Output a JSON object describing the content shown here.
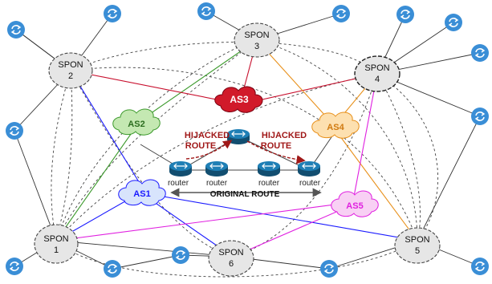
{
  "spon_nodes": [
    {
      "id": "spon1",
      "line1": "SPON",
      "line2": "1"
    },
    {
      "id": "spon2",
      "line1": "SPON",
      "line2": "2"
    },
    {
      "id": "spon3",
      "line1": "SPON",
      "line2": "3"
    },
    {
      "id": "spon4",
      "line1": "SPON",
      "line2": "4"
    },
    {
      "id": "spon5",
      "line1": "SPON",
      "line2": "5"
    },
    {
      "id": "spon6",
      "line1": "SPON",
      "line2": "6"
    }
  ],
  "as_clouds": [
    {
      "id": "as1",
      "label": "AS1",
      "color": "#1a1aff"
    },
    {
      "id": "as2",
      "label": "AS2",
      "color": "#3c9a2c"
    },
    {
      "id": "as3",
      "label": "AS3",
      "color": "#c8102e"
    },
    {
      "id": "as4",
      "label": "AS4",
      "color": "#e8901a"
    },
    {
      "id": "as5",
      "label": "AS5",
      "color": "#e020e0"
    }
  ],
  "router_label": "router",
  "hijacked_left": {
    "line1": "HIJACKED",
    "line2": "ROUTE"
  },
  "hijacked_right": {
    "line1": "HIJACKED",
    "line2": "ROUTE"
  },
  "original_route": "ORIGINAL ROUTE",
  "colors": {
    "hijack": "#a01818",
    "router": "#1a6d9a",
    "peer_icon": "#3a8ed6",
    "spon_fill": "#e6e6e6"
  }
}
